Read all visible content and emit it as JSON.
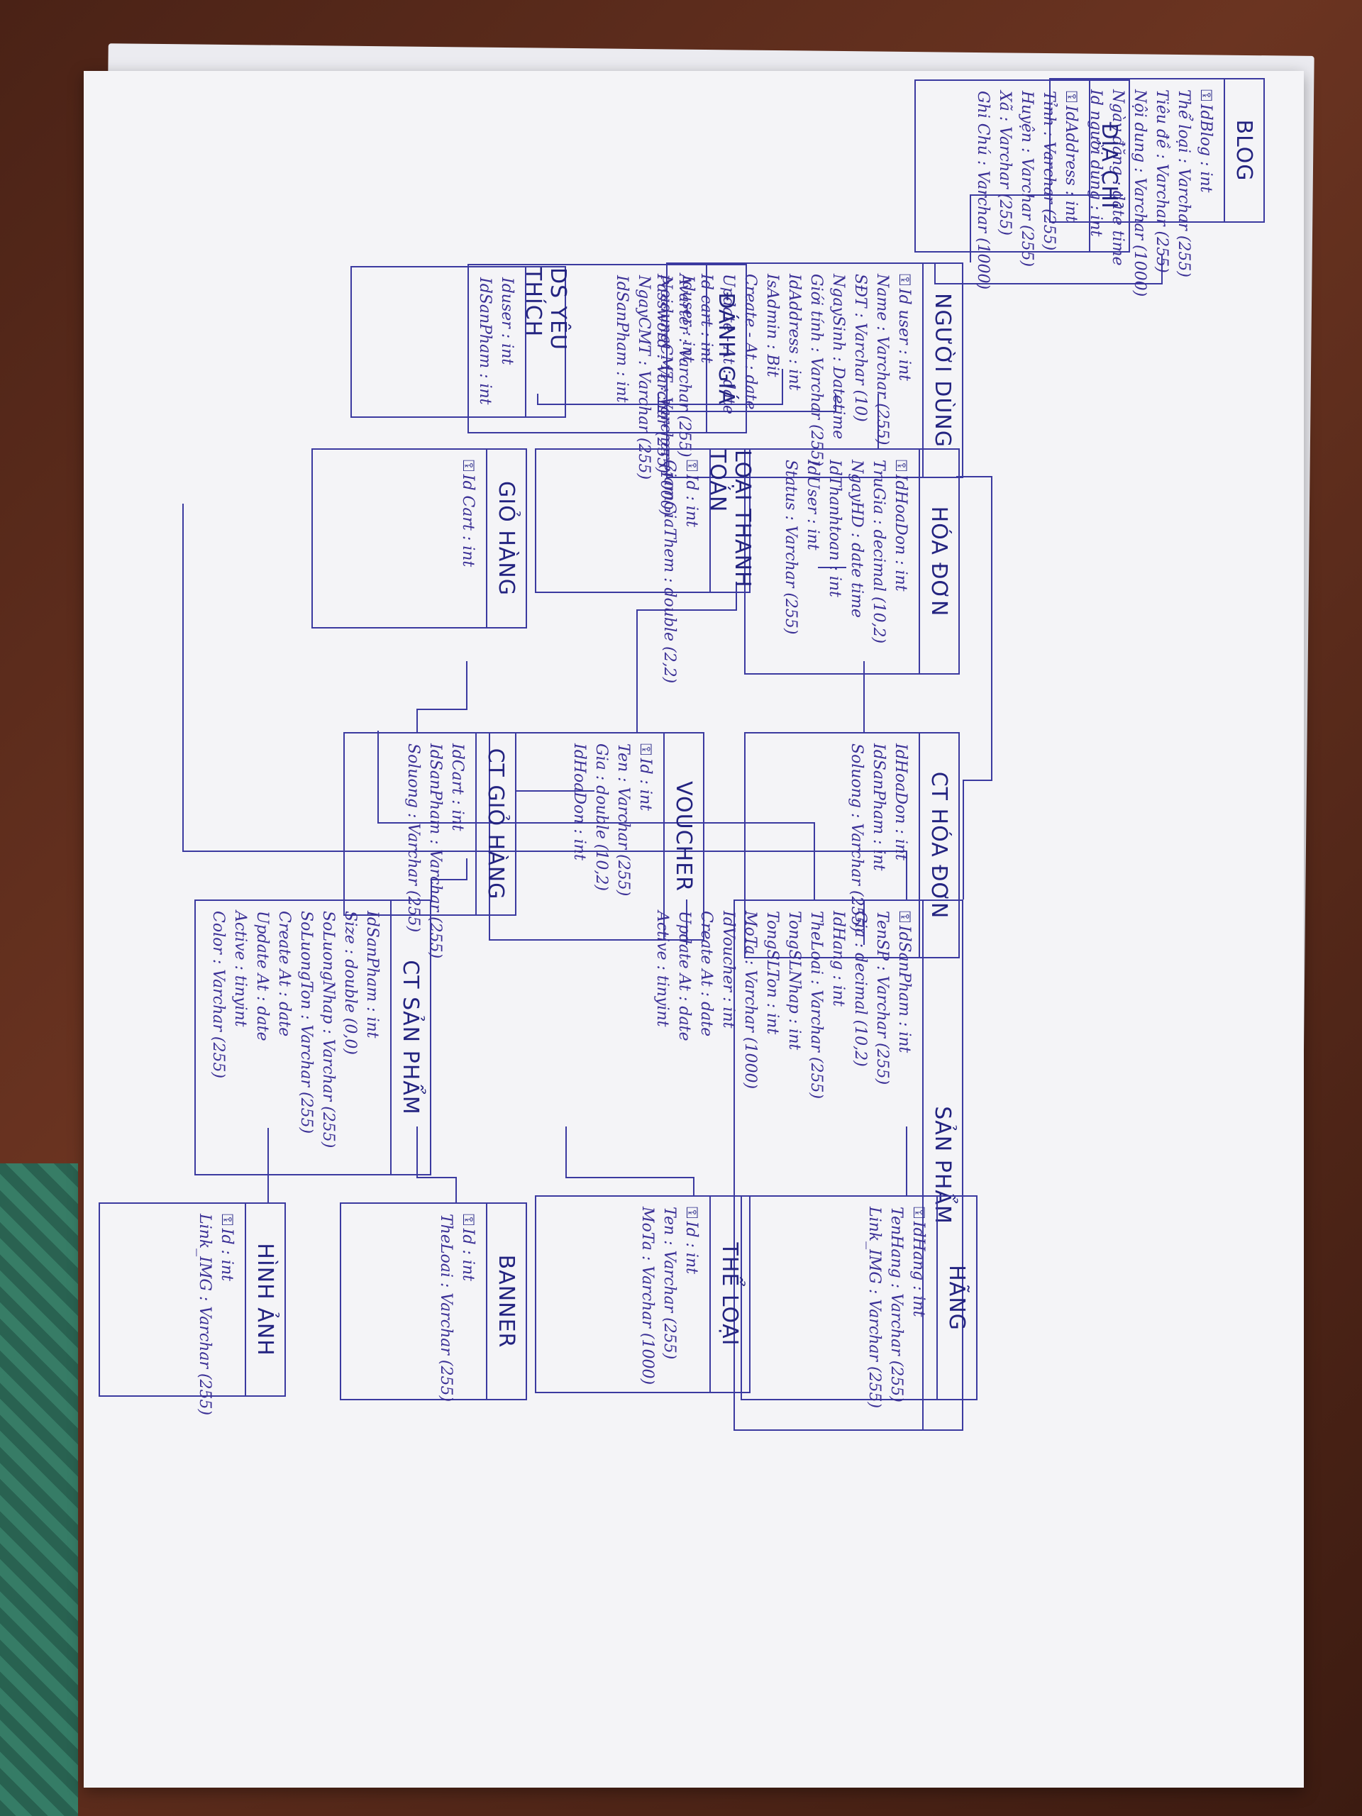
{
  "diagram": {
    "entities": [
      {
        "id": "blog",
        "title": "BLOG",
        "fields": [
          {
            "text": "IdBlog : int",
            "pk": true
          },
          {
            "text": "Thể loại : Varchar (255)"
          },
          {
            "text": "Tiêu đề : Varchar (255)"
          },
          {
            "text": "Nội dung : Varchar (1000)"
          },
          {
            "text": "Ngày đăng : date time"
          },
          {
            "text": "Id người dùng : int"
          }
        ]
      },
      {
        "id": "dia_chi",
        "title": "ĐỊA CHỈ",
        "fields": [
          {
            "text": "IdAddress : int",
            "pk": true
          },
          {
            "text": "Tỉnh : Varchar (255)"
          },
          {
            "text": "Huyện : Varchar (255)"
          },
          {
            "text": "Xã : Varchar (255)"
          },
          {
            "text": "Ghi Chú : Varchar (1000)"
          }
        ]
      },
      {
        "id": "nguoi_dung",
        "title": "NGƯỜI DÙNG",
        "fields": [
          {
            "text": "Id user : int",
            "pk": true
          },
          {
            "text": "Name : Varchar (255)"
          },
          {
            "text": "SĐT : Varchar (10)"
          },
          {
            "text": "NgaySinh : Datetime"
          },
          {
            "text": "Giới tính : Varchar (255)"
          },
          {
            "text": "IdAddress : int"
          },
          {
            "text": "IsAdmin : Bit"
          },
          {
            "text": "Create - At : date"
          },
          {
            "text": "Update - At : date"
          },
          {
            "text": "Id cart : int"
          },
          {
            "text": "Avarter : Varchar (255)"
          },
          {
            "text": "Password : Varchar (255)"
          }
        ]
      },
      {
        "id": "danh_gia",
        "title": "ĐÁNH GIÁ",
        "fields": [
          {
            "text": "Iduser : int"
          },
          {
            "text": "NoidungCMT : Varchar (1000)"
          },
          {
            "text": "NgayCMT : Varchar (255)"
          },
          {
            "text": "IdSanPham : int"
          }
        ]
      },
      {
        "id": "ds_yeu_thich",
        "title": "DS YÊU THÍCH",
        "fields": [
          {
            "text": "Iduser : int"
          },
          {
            "text": "IdSanPham : int"
          }
        ]
      },
      {
        "id": "hoa_don",
        "title": "HÓA ĐƠN",
        "fields": [
          {
            "text": "IdHoaDon : int",
            "pk": true
          },
          {
            "text": "TrиGia : decimal (10,2)"
          },
          {
            "text": "NgayHD : date time"
          },
          {
            "text": "IdThanhtoan : int"
          },
          {
            "text": "IdUser : int"
          },
          {
            "text": "Status : Varchar (255)"
          }
        ]
      },
      {
        "id": "loai_thanh_toan",
        "title": "LOẠI THANH TOÁN",
        "fields": [
          {
            "text": "Id : int",
            "pk": true
          },
          {
            "text": "GiamGiaThem : double (2,2)"
          }
        ]
      },
      {
        "id": "gio_hang",
        "title": "GIỎ HÀNG",
        "fields": [
          {
            "text": "Id Cart : int",
            "pk": true
          }
        ]
      },
      {
        "id": "ct_hoa_don",
        "title": "CT HÓA ĐƠN",
        "fields": [
          {
            "text": "IdHoaDon : int"
          },
          {
            "text": "IdSanPham : int"
          },
          {
            "text": "Soluong : Varchar (255)"
          }
        ]
      },
      {
        "id": "voucher",
        "title": "VOUCHER",
        "fields": [
          {
            "text": "Id : int",
            "pk": true
          },
          {
            "text": "Ten : Varchar (255)"
          },
          {
            "text": "Gia : double (10,2)"
          },
          {
            "text": "IdHoaDon : int"
          }
        ]
      },
      {
        "id": "ct_gio_hang",
        "title": "CT GIỎ HÀNG",
        "fields": [
          {
            "text": "IdCart : int"
          },
          {
            "text": "IdSanPham : Varchar (255)"
          },
          {
            "text": "Soluong : Varchar (255)"
          }
        ]
      },
      {
        "id": "san_pham",
        "title": "SẢN PHẨM",
        "fields": [
          {
            "text": "IdSanPham : int",
            "pk": true
          },
          {
            "text": "TenSP : Varchar (255)"
          },
          {
            "text": "Gia : decimal (10,2)"
          },
          {
            "text": "IdHang : int"
          },
          {
            "text": "TheLoai : Varchar (255)"
          },
          {
            "text": "TongSLNhap : int"
          },
          {
            "text": "TongSLTon : int"
          },
          {
            "text": "MoTa : Varchar (1000)"
          },
          {
            "text": "IdVoucher : int"
          },
          {
            "text": "Create At : date"
          },
          {
            "text": "Update At : date"
          },
          {
            "text": "Active : tinyint"
          }
        ]
      },
      {
        "id": "ct_san_pham",
        "title": "CT SẢN PHẨM",
        "fields": [
          {
            "text": "IdSanPham : int"
          },
          {
            "text": "Size : double (0,0)"
          },
          {
            "text": "SoLuongNhap : Varchar (255)"
          },
          {
            "text": "SoLuongTon : Varchar (255)"
          },
          {
            "text": "Create At : date"
          },
          {
            "text": "Update At : date"
          },
          {
            "text": "Active : tinyint"
          },
          {
            "text": "Color : Varchar (255)"
          }
        ]
      },
      {
        "id": "hang",
        "title": "HÃNG",
        "fields": [
          {
            "text": "IdHang : int",
            "pk": true
          },
          {
            "text": "TenHang : Varchar (255)"
          },
          {
            "text": "Link_IMG : Varchar (255)"
          }
        ]
      },
      {
        "id": "the_loai",
        "title": "THỂ LOẠI",
        "fields": [
          {
            "text": "Id : int",
            "pk": true
          },
          {
            "text": "Ten : Varchar (255)"
          },
          {
            "text": "MoTa : Varchar (1000)"
          }
        ]
      },
      {
        "id": "banner",
        "title": "BANNER",
        "fields": [
          {
            "text": "Id : int",
            "pk": true
          },
          {
            "text": "TheLoai : Varchar (255)"
          }
        ]
      },
      {
        "id": "hinh_anh",
        "title": "HÌNH ẢNH",
        "fields": [
          {
            "text": "Id : int",
            "pk": true
          },
          {
            "text": "Link_IMG : Varchar (255)"
          }
        ]
      }
    ]
  }
}
